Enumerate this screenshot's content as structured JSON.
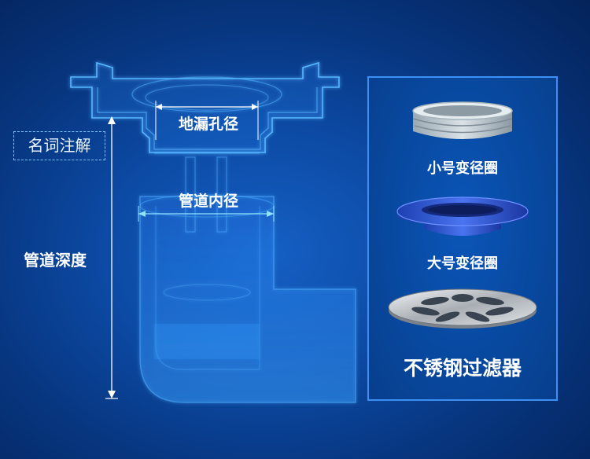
{
  "labels": {
    "terms": "名词注解",
    "drain_hole": "地漏孔径",
    "pipe_inner_diameter": "管道内径",
    "pipe_depth": "管道深度"
  },
  "parts": [
    {
      "label": "小号变径圈",
      "icon": "small-reducer-ring-icon",
      "color": "#b9c7cf"
    },
    {
      "label": "大号变径圈",
      "icon": "large-reducer-ring-icon",
      "color": "#2e56d6"
    },
    {
      "label": "不锈钢过滤器",
      "icon": "stainless-filter-icon",
      "color": "#c4c8cc"
    }
  ],
  "colors": {
    "background": "#0c4aa4",
    "line": "#4fb0ff",
    "panel_border": "#3e8ff2"
  }
}
